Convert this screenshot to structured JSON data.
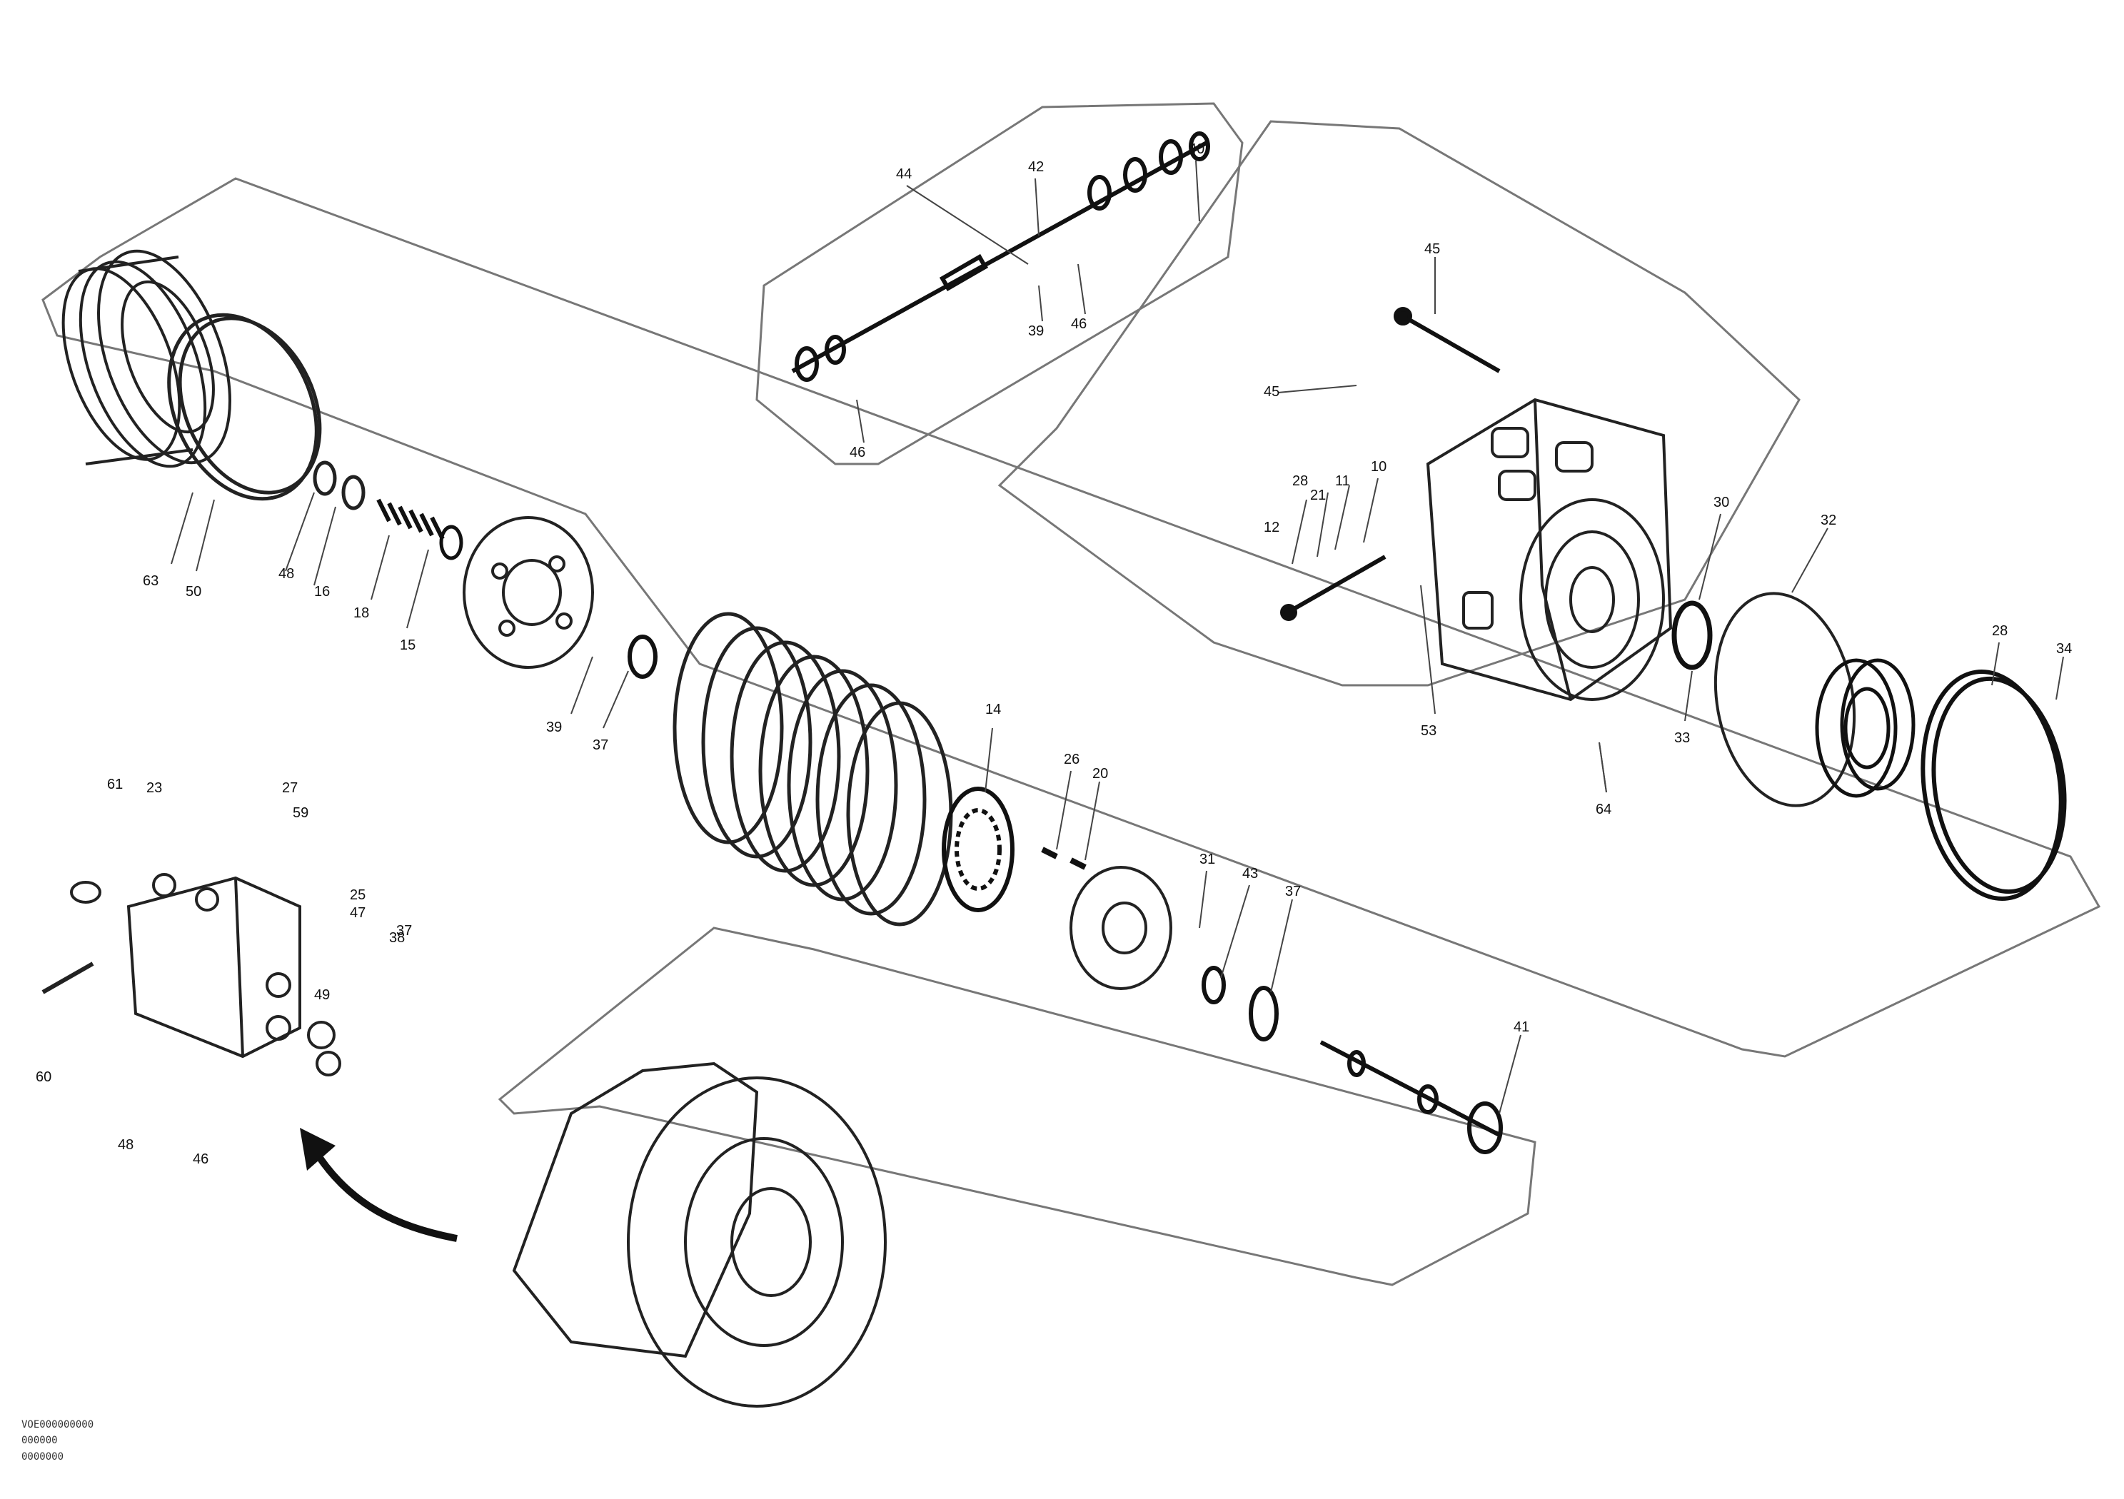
{
  "diagram": {
    "callouts": {
      "c1": "63",
      "c2": "50",
      "c3": "48",
      "c4": "16",
      "c5": "18",
      "c6": "15",
      "c7": "39",
      "c8": "37",
      "c9": "28",
      "c10": "21",
      "c11": "11",
      "c12": "10",
      "c13": "12",
      "c14": "53",
      "c15": "30",
      "c16": "32",
      "c17": "28",
      "c18": "34",
      "c19": "33",
      "c20": "64",
      "c21": "14",
      "c22": "26",
      "c23": "20",
      "c24": "31",
      "c25": "43",
      "c26": "37",
      "c27": "41",
      "c28": "44",
      "c29": "42",
      "c30": "40",
      "c31": "39",
      "c32": "46",
      "c33": "46",
      "c34": "45",
      "c35": "45",
      "c36": "61",
      "c37": "23",
      "c38": "27",
      "c39": "25",
      "c40": "38",
      "c41": "60",
      "c42": "48",
      "c43": "46",
      "c44": "47",
      "c45": "49",
      "c46": "59",
      "c47": "37"
    },
    "stamp": {
      "line1": "VOE000000000",
      "line2": "000000",
      "line3": "0000000"
    }
  }
}
